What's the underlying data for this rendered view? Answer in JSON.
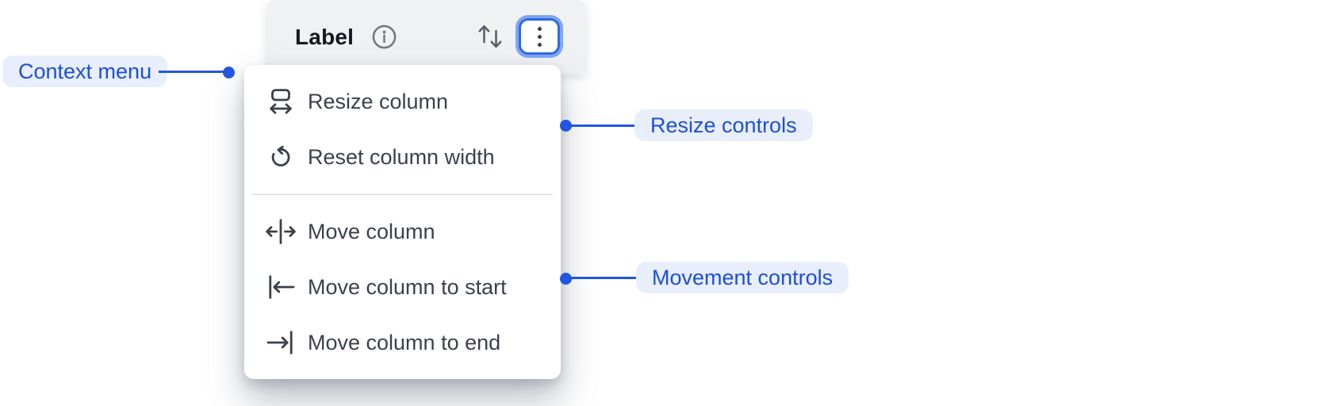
{
  "column_header": {
    "label": "Label",
    "info_icon": "info-icon",
    "sort_icon": "sort-arrows-icon",
    "menu_button_icon": "kebab-vertical-icon",
    "menu_button_state": "focused"
  },
  "context_menu": {
    "items": [
      {
        "label": "Resize column",
        "icon": "resize-column-icon",
        "group": "resize"
      },
      {
        "label": "Reset column width",
        "icon": "reset-column-width-icon",
        "group": "resize"
      },
      {
        "label": "Move column",
        "icon": "move-column-icon",
        "group": "movement"
      },
      {
        "label": "Move column to start",
        "icon": "move-column-to-start-icon",
        "group": "movement"
      },
      {
        "label": "Move column to end",
        "icon": "move-column-to-end-icon",
        "group": "movement"
      }
    ]
  },
  "annotations": [
    {
      "label": "Context menu",
      "side": "left",
      "connector": "line-and-dot"
    },
    {
      "label": "Resize controls",
      "side": "right",
      "connector": "line-and-dot"
    },
    {
      "label": "Movement controls",
      "side": "right",
      "connector": "line-and-dot"
    }
  ],
  "colors": {
    "accent_blue": "#2256e0",
    "annotation_text": "#1c4fd8",
    "annotation_pill_bg": "#e9eefc",
    "header_bg": "#f0f1f3",
    "menu_text": "#3a414b",
    "focus_ring_inner": "#2e6ae3",
    "focus_ring_outer": "#7fa6f2"
  }
}
